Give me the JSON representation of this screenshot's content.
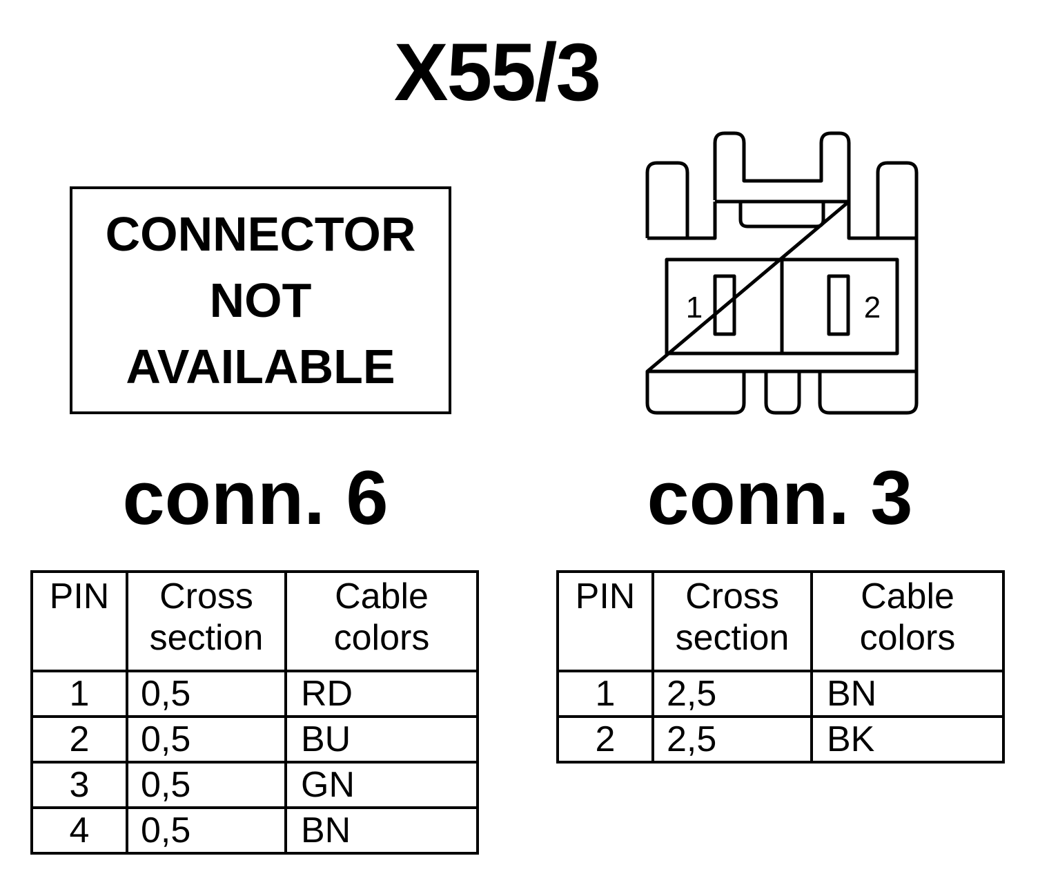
{
  "title": "X55/3",
  "unavailable_box": {
    "line1": "CONNECTOR",
    "line2": "NOT",
    "line3": "AVAILABLE"
  },
  "connector_drawing": {
    "pin_left": "1",
    "pin_right": "2"
  },
  "conn6": {
    "label": "conn. 6",
    "headers": {
      "pin": "PIN",
      "cross_line1": "Cross",
      "cross_line2": "section",
      "colors_line1": "Cable",
      "colors_line2": "colors"
    },
    "rows": [
      {
        "pin": "1",
        "cross_section": "0,5",
        "color": "RD"
      },
      {
        "pin": "2",
        "cross_section": "0,5",
        "color": "BU"
      },
      {
        "pin": "3",
        "cross_section": "0,5",
        "color": "GN"
      },
      {
        "pin": "4",
        "cross_section": "0,5",
        "color": "BN"
      }
    ]
  },
  "conn3": {
    "label": "conn. 3",
    "headers": {
      "pin": "PIN",
      "cross_line1": "Cross",
      "cross_line2": "section",
      "colors_line1": "Cable",
      "colors_line2": "colors"
    },
    "rows": [
      {
        "pin": "1",
        "cross_section": "2,5",
        "color": "BN"
      },
      {
        "pin": "2",
        "cross_section": "2,5",
        "color": "BK"
      }
    ]
  }
}
